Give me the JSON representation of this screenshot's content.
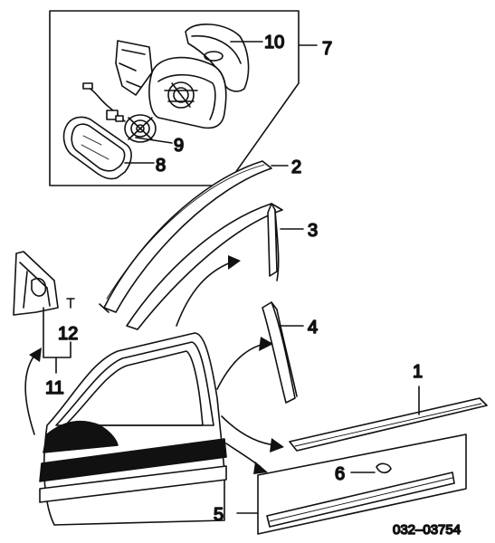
{
  "callouts": {
    "c1": "1",
    "c2": "2",
    "c3": "3",
    "c4": "4",
    "c5": "5",
    "c6": "6",
    "c7": "7",
    "c8": "8",
    "c9": "9",
    "c10": "10",
    "c11": "11",
    "c12": "12"
  },
  "diagram_code": "032–03754",
  "colors": {
    "line": "#111111",
    "fill": "#ffffff",
    "dark": "#111111"
  }
}
